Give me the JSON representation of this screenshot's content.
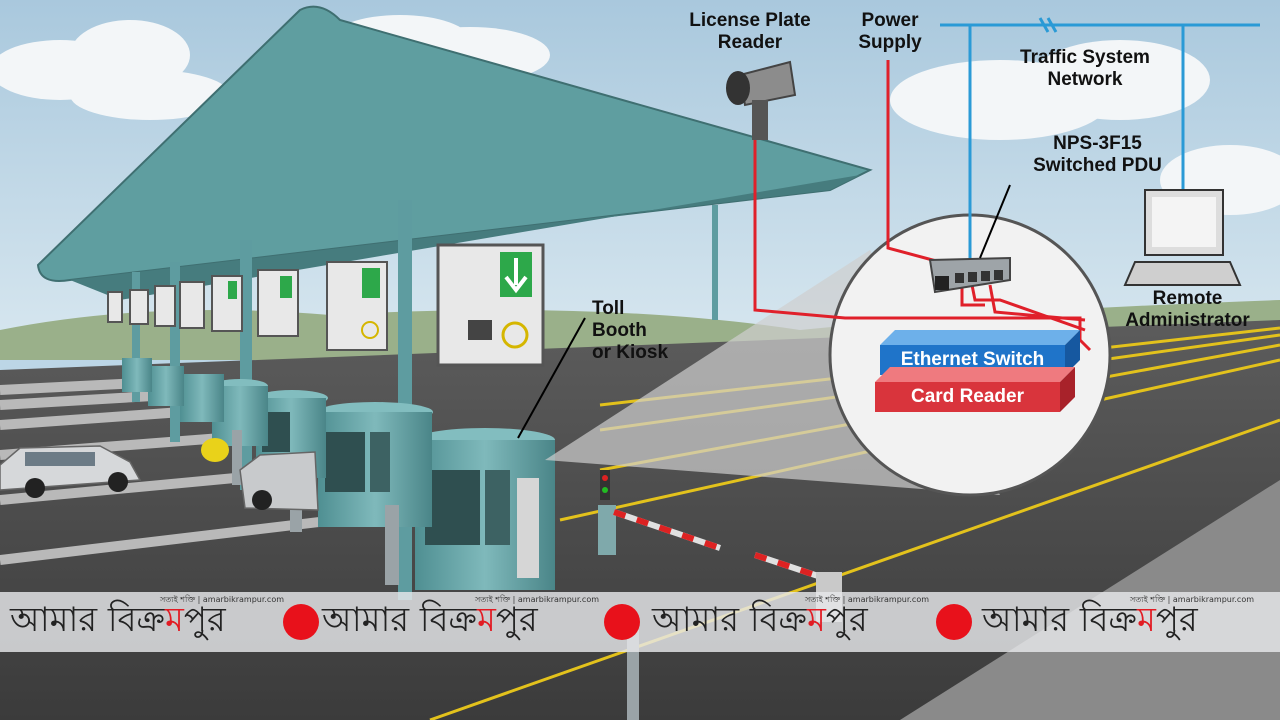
{
  "labels": {
    "license_plate_reader": "License Plate\nReader",
    "power_supply": "Power\nSupply",
    "traffic_network": "Traffic System\nNetwork",
    "pdu": "NPS-3F15\nSwitched PDU",
    "remote_admin": "Remote\nAdministrator",
    "toll_booth": "Toll Booth\nor Kiosk",
    "ethernet_switch": "Ethernet Switch",
    "card_reader": "Card Reader"
  },
  "watermark": {
    "part1": "আমার বিক্র",
    "part2": "ম",
    "part3": "পুর",
    "small": "সত্যই শক্তি | amarbikrampur.com"
  },
  "colors": {
    "wire_red": "#e0202a",
    "network_blue": "#2a9ad6",
    "canopy": "#5f9ea0",
    "ethernet_bar": "#1f74c9",
    "card_bar": "#d9343c"
  }
}
